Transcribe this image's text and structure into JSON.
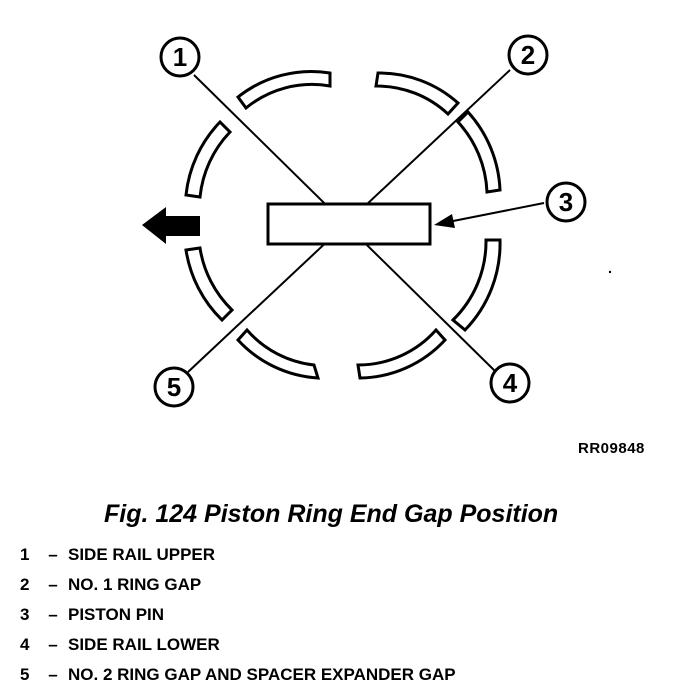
{
  "callouts": [
    {
      "num": "1"
    },
    {
      "num": "2"
    },
    {
      "num": "3"
    },
    {
      "num": "4"
    },
    {
      "num": "5"
    }
  ],
  "reference_code": "RR09848",
  "figure_title": "Fig. 124 Piston Ring End Gap Position",
  "legend": {
    "separator": "–",
    "items": [
      {
        "num": "1",
        "label": "SIDE RAIL UPPER"
      },
      {
        "num": "2",
        "label": "NO. 1 RING GAP"
      },
      {
        "num": "3",
        "label": "PISTON PIN"
      },
      {
        "num": "4",
        "label": "SIDE RAIL LOWER"
      },
      {
        "num": "5",
        "label": "NO. 2 RING GAP AND SPACER EXPANDER GAP"
      }
    ]
  },
  "icons": {
    "direction_arrow": "left-arrow-icon"
  }
}
